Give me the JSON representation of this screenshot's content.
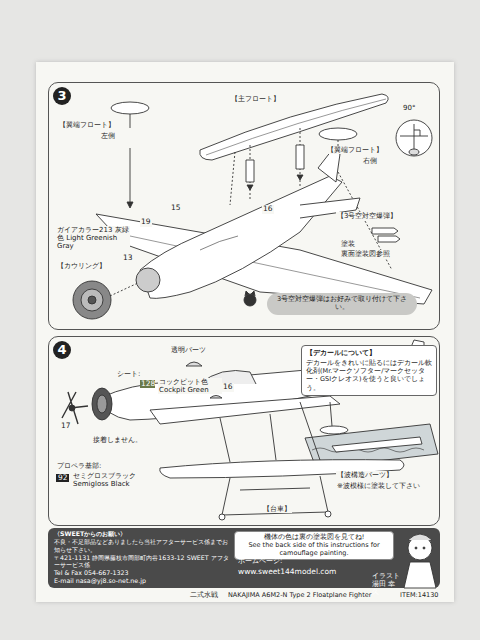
{
  "diagram": {
    "nodes": [
      {
        "text": [
          "3"
        ]
      },
      {
        "text": [
          "3号空対空爆弾はお好みで取り付けて下さい。"
        ],
        "in": 0
      },
      {
        "text": [
          "4"
        ]
      },
      {
        "text": [
          "【デカールについて】",
          "デカールをきれいに貼るにはデカール軟化剤(Mr.マークソフター/マークセッター・GSIクレオス)を使うと良いでしょう。"
        ],
        "in": 2
      },
      {
        "text": [
          "〈SWEETからのお願い〉",
          "不良・不足部品などありましたら当社アフターサービス係までお知らせ下さい。",
          "〒421-1131 静岡県藤枝市岡部町内谷1633-12 SWEET アフターサービス係",
          "Tel & Fax 054-667-1323",
          "E-mail nasa@yj8.so-net.ne.jp"
        ]
      },
      {
        "text": [
          "機体の色は裏の塗装図を見てね!",
          "See the back side of this instructions for camouflage painting."
        ]
      }
    ],
    "labels": [
      "【主フロート】",
      "【翼端フロート】",
      "左側",
      "90°",
      "【翼端フロート】",
      "右側",
      "15",
      "16",
      "19",
      "13",
      "【3号空対空爆弾】",
      "塗装",
      "裏面塗装図参照",
      "ガイアカラー213 灰緑色 Light Greenish Gray",
      "【カウリング】",
      "透明パーツ",
      "シート:",
      "128",
      "コックピット色 Cockpit Green",
      "16",
      "17",
      "接着しません。",
      "プロペラ基部:",
      "92",
      "セミグロスブラック Semigloss Black",
      "【台車】",
      "【波構造パーツ】",
      "※波模様に塗装して下さい",
      "ホームページ:",
      "www.sweet144model.com",
      "イラスト 湯田 幸久",
      "二式水戦",
      "NAKAJIMA A6M2-N Type 2 Floatplane Fighter",
      "ITEM:14130"
    ]
  }
}
